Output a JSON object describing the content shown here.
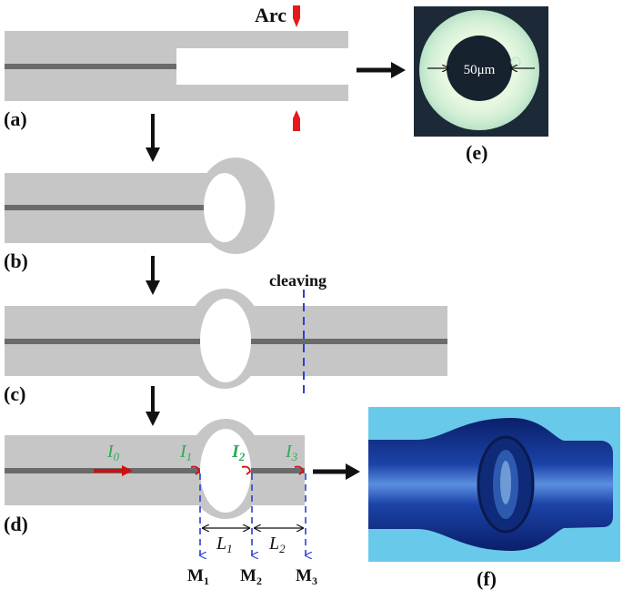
{
  "labels": {
    "arc": "Arc",
    "cleaving": "cleaving",
    "panel_a": "(a)",
    "panel_b": "(b)",
    "panel_c": "(c)",
    "panel_d": "(d)",
    "panel_e": "(e)",
    "panel_f": "(f)",
    "diameter": "50μm"
  },
  "intensities": [
    {
      "base": "I",
      "sub": "0"
    },
    {
      "base": "I",
      "sub": "1"
    },
    {
      "base": "I",
      "sub": "2"
    },
    {
      "base": "I",
      "sub": "3"
    }
  ],
  "lengths": [
    {
      "base": "L",
      "sub": "1"
    },
    {
      "base": "L",
      "sub": "2"
    }
  ],
  "mirrors": [
    {
      "base": "M",
      "sub": "1"
    },
    {
      "base": "M",
      "sub": "2"
    },
    {
      "base": "M",
      "sub": "3"
    }
  ],
  "colors": {
    "fiber": "#c6c6c6",
    "core": "#6a6a6a",
    "arc": "#e51b1b",
    "dashed": "#2a3fd6",
    "green_label": "#2eaa5a",
    "red_arrow": "#d01010",
    "arrow": "#111111",
    "photo_e_bg": "#1b2a36",
    "photo_e_ring": "#d6f2d6",
    "photo_f_bg": "#69c9ea",
    "photo_f_fiber": "#0d2d7e"
  }
}
